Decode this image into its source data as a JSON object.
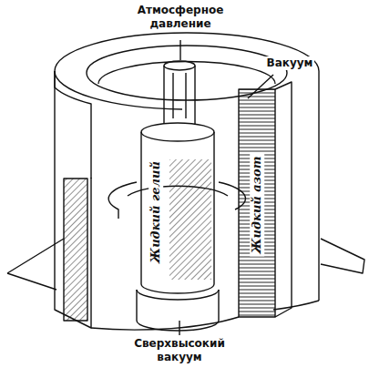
{
  "diagram": {
    "nodes": [
      {
        "text": [
          "Жидкий гелий"
        ]
      },
      {
        "text": [
          "Жидкий азот"
        ]
      }
    ],
    "labels": [
      "Атмосферное давление",
      "Вакуум",
      "Сверхвысокий вакуум"
    ]
  }
}
